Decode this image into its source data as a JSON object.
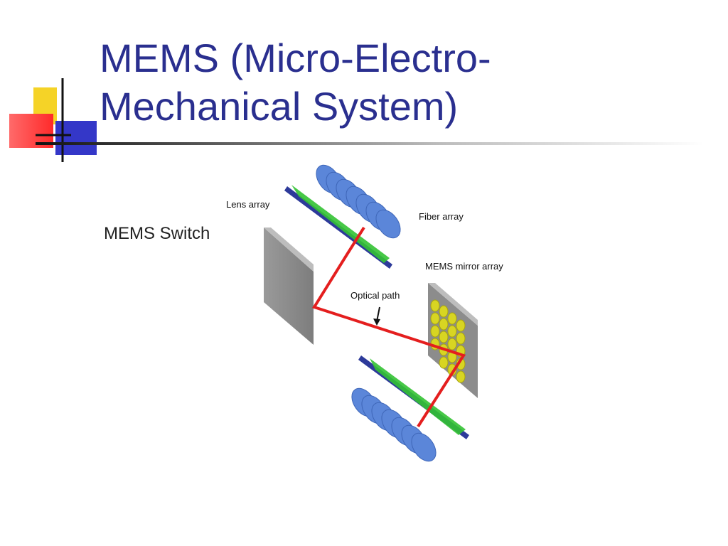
{
  "slide": {
    "title_line1": "MEMS (Micro-Electro-",
    "title_line2": "Mechanical System)"
  },
  "diagram": {
    "heading": "MEMS Switch",
    "labels": {
      "lens_array": "Lens array",
      "fiber_array": "Fiber array",
      "mems_mirror_array": "MEMS mirror array",
      "optical_path": "Optical path"
    },
    "colors": {
      "fiber": "#5b86d9",
      "lens": "#33c233",
      "plate": "#2d3a9a",
      "mirror": "#d8d522",
      "path": "#e41e1e",
      "reflector": "#8c8c8c",
      "title": "#2a2f8f"
    }
  }
}
